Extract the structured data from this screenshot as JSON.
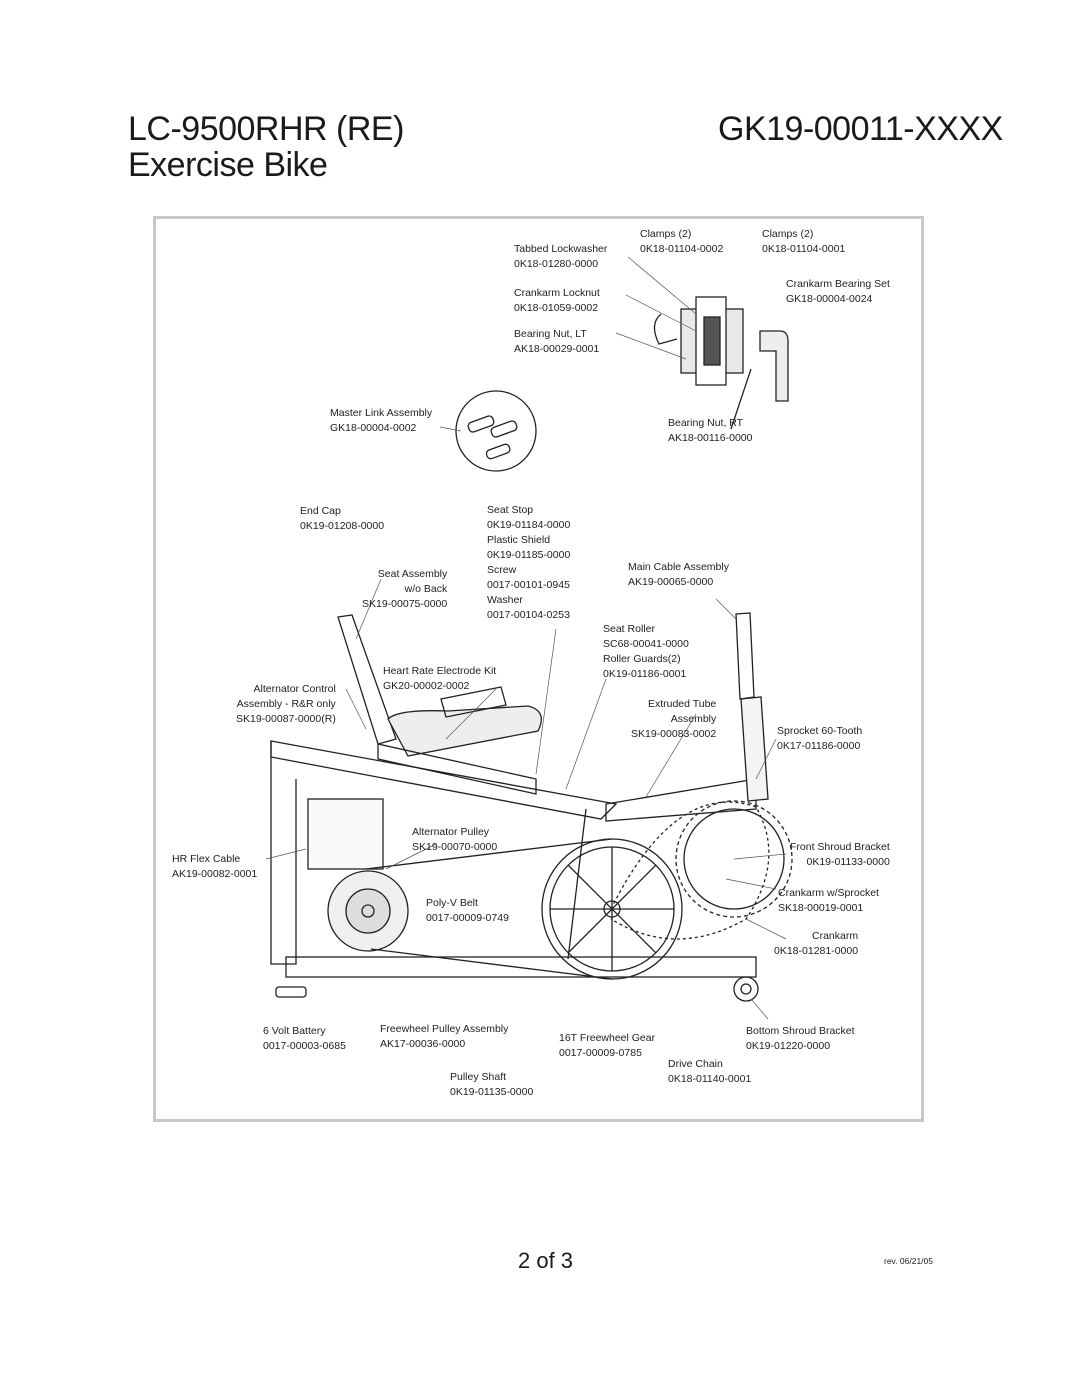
{
  "header": {
    "model": "LC-9500RHR (RE)",
    "subtitle": "Exercise Bike",
    "part_number": "GK19-00011-XXXX"
  },
  "labels": {
    "clamps_a": {
      "name": "Clamps (2)",
      "part": "0K18-01104-0002"
    },
    "clamps_b": {
      "name": "Clamps (2)",
      "part": "0K18-01104-0001"
    },
    "tabbed_lockwasher": {
      "name": "Tabbed Lockwasher",
      "part": "0K18-01280-0000"
    },
    "crankarm_locknut": {
      "name": "Crankarm Locknut",
      "part": "0K18-01059-0002"
    },
    "crankarm_bearing_set": {
      "name": "Crankarm Bearing Set",
      "part": "GK18-00004-0024"
    },
    "bearing_nut_lt": {
      "name": "Bearing Nut, LT",
      "part": "AK18-00029-0001"
    },
    "bearing_nut_rt": {
      "name": "Bearing Nut, RT",
      "part": "AK18-00116-0000"
    },
    "master_link": {
      "name": "Master Link Assembly",
      "part": "GK18-00004-0002"
    },
    "end_cap": {
      "name": "End Cap",
      "part": "0K19-01208-0000"
    },
    "seat_stop": {
      "name": "Seat Stop",
      "part": "0K19-01184-0000"
    },
    "plastic_shield": {
      "name": "Plastic Shield",
      "part": "0K19-01185-0000"
    },
    "screw": {
      "name": "Screw",
      "part": "0017-00101-0945"
    },
    "washer": {
      "name": "Washer",
      "part": "0017-00104-0253"
    },
    "seat_assembly": {
      "name": "Seat Assembly",
      "name2": "w/o Back",
      "part": "SK19-00075-0000"
    },
    "main_cable": {
      "name": "Main Cable Assembly",
      "part": "AK19-00065-0000"
    },
    "seat_roller": {
      "name": "Seat Roller",
      "part": "SC68-00041-0000"
    },
    "roller_guards": {
      "name": "Roller Guards(2)",
      "part": "0K19-01186-0001"
    },
    "heart_rate_kit": {
      "name": "Heart Rate Electrode Kit",
      "part": "GK20-00002-0002"
    },
    "alternator_control": {
      "name": "Alternator Control",
      "name2": "Assembly - R&R only",
      "part": "SK19-00087-0000(R)"
    },
    "extruded_tube": {
      "name": "Extruded Tube",
      "name2": "Assembly",
      "part": "SK19-00083-0002"
    },
    "sprocket": {
      "name": "Sprocket 60-Tooth",
      "part": "0K17-01186-0000"
    },
    "alternator_pulley": {
      "name": "Alternator Pulley",
      "part": "SK19-00070-0000"
    },
    "front_shroud": {
      "name": "Front Shroud Bracket",
      "part": "0K19-01133-0000"
    },
    "hr_flex_cable": {
      "name": "HR Flex Cable",
      "part": "AK19-00082-0001"
    },
    "crankarm_sprocket": {
      "name": "Crankarm w/Sprocket",
      "part": "SK18-00019-0001"
    },
    "poly_v_belt": {
      "name": "Poly-V Belt",
      "part": "0017-00009-0749"
    },
    "crankarm": {
      "name": "Crankarm",
      "part": "0K18-01281-0000"
    },
    "battery": {
      "name": "6 Volt Battery",
      "part": "0017-00003-0685"
    },
    "freewheel_pulley": {
      "name": "Freewheel Pulley Assembly",
      "part": "AK17-00036-0000"
    },
    "freewheel_gear": {
      "name": "16T Freewheel Gear",
      "part": "0017-00009-0785"
    },
    "bottom_shroud": {
      "name": "Bottom Shroud Bracket",
      "part": "0K19-01220-0000"
    },
    "drive_chain": {
      "name": "Drive Chain",
      "part": "0K18-01140-0001"
    },
    "pulley_shaft": {
      "name": "Pulley Shaft",
      "part": "0K19-01135-0000"
    }
  },
  "footer": {
    "page": "2 of 3",
    "revision": "rev. 06/21/05"
  }
}
